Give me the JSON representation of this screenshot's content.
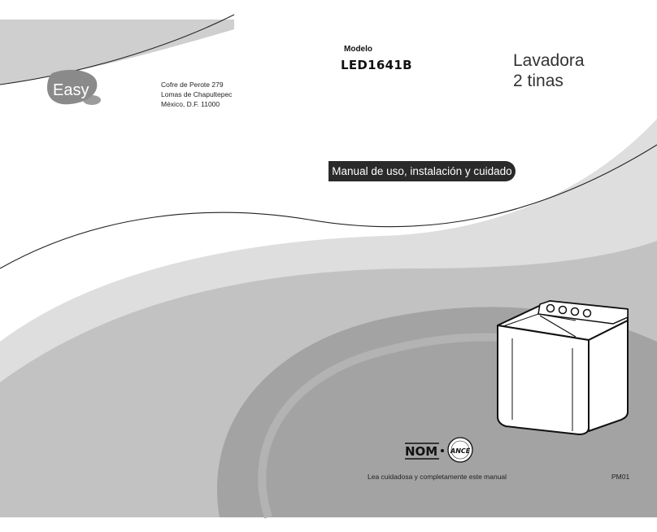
{
  "brand": {
    "name": "Easy"
  },
  "address": {
    "lines": [
      "Cofre de Perote 279",
      "Lomas de Chapultepec",
      "México, D.F. 11000"
    ]
  },
  "model": {
    "label": "Modelo",
    "number": "LED1641B"
  },
  "product": {
    "title_line1": "Lavadora",
    "title_line2": "2 tinas"
  },
  "banner": {
    "text": "Manual de uso, instalación y cuidado"
  },
  "certification": {
    "nom": "NOM",
    "ance": "ANCE"
  },
  "footer": {
    "note": "Lea cuidadosa y completamente este manual",
    "code": "PM01"
  },
  "colors": {
    "logo_gray": "#8a8a8a",
    "banner_bg": "#2a2a2a",
    "swoosh_light": "#dcdcdc",
    "swoosh_mid": "#bdbdbd",
    "swoosh_dark": "#9e9e9e"
  }
}
